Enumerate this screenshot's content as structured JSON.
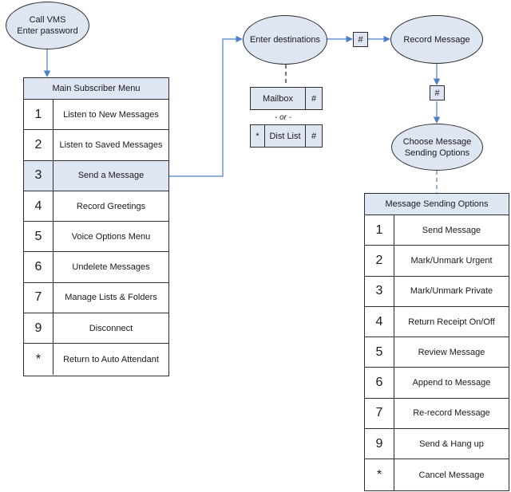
{
  "start_node": {
    "line1": "Call VMS",
    "line2": "Enter password"
  },
  "main_menu": {
    "title": "Main Subscriber Menu",
    "rows": [
      {
        "key": "1",
        "label": "Listen to New Messages"
      },
      {
        "key": "2",
        "label": "Listen to Saved Messages"
      },
      {
        "key": "3",
        "label": "Send a Message"
      },
      {
        "key": "4",
        "label": "Record Greetings"
      },
      {
        "key": "5",
        "label": "Voice Options Menu"
      },
      {
        "key": "6",
        "label": "Undelete Messages"
      },
      {
        "key": "7",
        "label": "Manage Lists & Folders"
      },
      {
        "key": "9",
        "label": "Disconnect"
      },
      {
        "key": "*",
        "label": "Return to Auto Attendant"
      }
    ]
  },
  "enter_destinations": "Enter destinations",
  "hash_key": "#",
  "record_message": "Record Message",
  "mailbox": {
    "label": "Mailbox",
    "key": "#"
  },
  "or_text": "- or -",
  "dist_list": {
    "prefix": "*",
    "label": "Dist List",
    "key": "#"
  },
  "choose_options": {
    "line1": "Choose Message",
    "line2": "Sending Options"
  },
  "send_menu": {
    "title": "Message Sending Options",
    "rows": [
      {
        "key": "1",
        "label": "Send Message"
      },
      {
        "key": "2",
        "label": "Mark/Unmark Urgent"
      },
      {
        "key": "3",
        "label": "Mark/Unmark Private"
      },
      {
        "key": "4",
        "label": "Return Receipt On/Off"
      },
      {
        "key": "5",
        "label": "Review Message"
      },
      {
        "key": "6",
        "label": "Append to Message"
      },
      {
        "key": "7",
        "label": "Re-record Message"
      },
      {
        "key": "9",
        "label": "Send & Hang up"
      },
      {
        "key": "*",
        "label": "Cancel Message"
      }
    ]
  },
  "colors": {
    "node_fill": "#dfe6f3",
    "arrow": "#4a7ec8",
    "border": "#2d2d2d"
  }
}
